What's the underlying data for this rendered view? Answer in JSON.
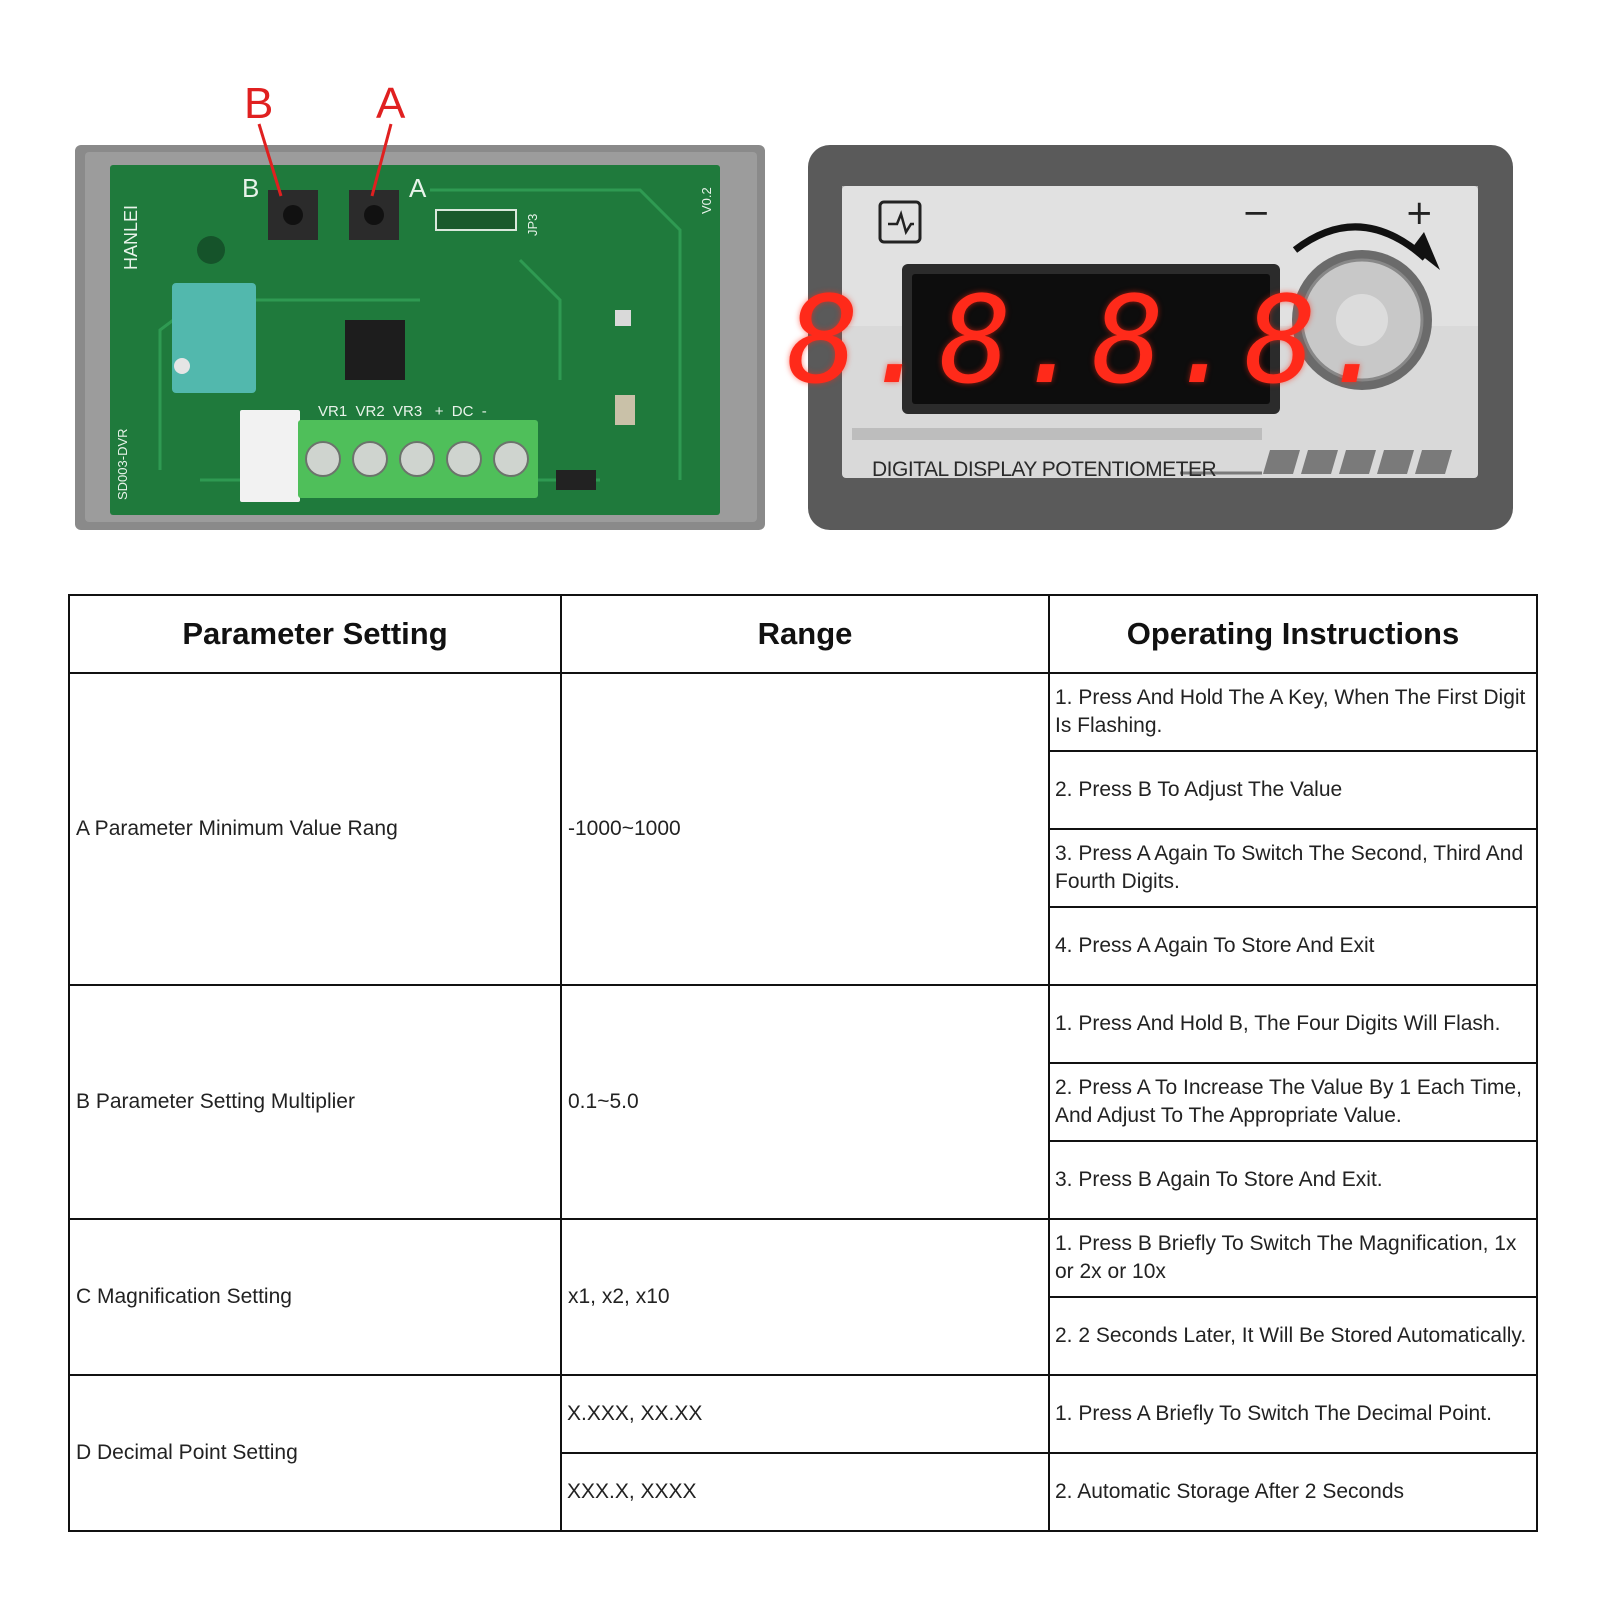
{
  "photo_left": {
    "label_b": "B",
    "label_a": "A",
    "silk_b": "B",
    "silk_a": "A",
    "brand": "HANLEI",
    "model": "SD003-DVR",
    "version": "V0.2",
    "jp3": "JP3",
    "terminals": "VR1  VR2  VR3   +  DC  -",
    "colors": {
      "pcb": "#1f7a3c",
      "terminal": "#4fbf5a",
      "case": "#8a8a8a",
      "label": "#e02020"
    }
  },
  "photo_right": {
    "display_digits": "8.8.8.8.",
    "title": "DIGITAL DISPLAY POTENTIOMETER",
    "minus": "−",
    "plus": "+",
    "colors": {
      "bezel": "#5a5a5a",
      "panel": "#d9d9d9",
      "digits": "#ff2a1a"
    }
  },
  "table": {
    "headers": {
      "parameter": "Parameter Setting",
      "range": "Range",
      "instructions": "Operating Instructions"
    },
    "rows": [
      {
        "parameter": "A Parameter Minimum Value Rang",
        "range": "-1000~1000",
        "steps": [
          "1. Press And Hold The A Key, When The First Digit Is Flashing.",
          "2. Press B To Adjust The Value",
          "3. Press A Again To Switch The Second, Third And Fourth Digits.",
          "4. Press A Again To Store And Exit"
        ]
      },
      {
        "parameter": "B Parameter Setting Multiplier",
        "range": "0.1~5.0",
        "steps": [
          "1. Press And Hold B, The Four Digits Will Flash.",
          "2. Press A To Increase The Value By 1 Each Time, And Adjust To The Appropriate Value.",
          "3. Press B Again To Store And Exit."
        ]
      },
      {
        "parameter": "C Magnification Setting",
        "range": "x1, x2, x10",
        "steps": [
          "1. Press B Briefly To Switch The Magnification, 1x or 2x or 10x",
          "2. 2 Seconds Later, It Will Be Stored Automatically."
        ]
      },
      {
        "parameter": "D Decimal Point Setting",
        "ranges": [
          "X.XXX, XX.XX",
          "XXX.X, XXXX"
        ],
        "steps": [
          "1. Press A Briefly To Switch The Decimal Point.",
          "2. Automatic Storage After 2 Seconds"
        ]
      }
    ]
  }
}
